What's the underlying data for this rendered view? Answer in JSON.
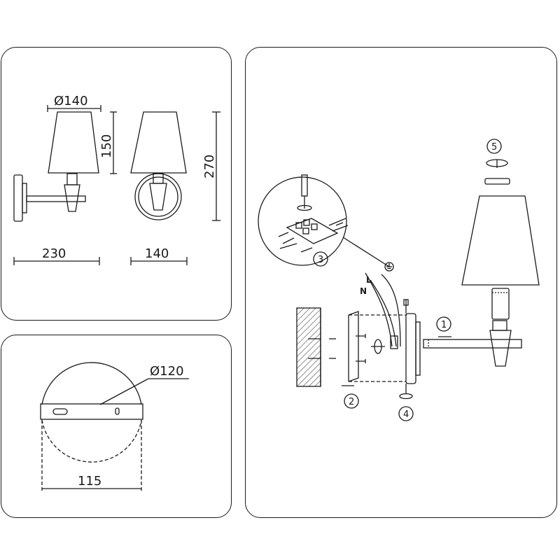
{
  "dimensions": {
    "shade_diameter": "Ø140",
    "shade_height": "150",
    "total_height": "270",
    "projection": "230",
    "front_width": "140",
    "plate_diameter": "Ø120",
    "mount_spacing": "115"
  },
  "steps": [
    "1",
    "2",
    "3",
    "4",
    "5"
  ],
  "wires": {
    "live": "L",
    "neutral": "N"
  }
}
